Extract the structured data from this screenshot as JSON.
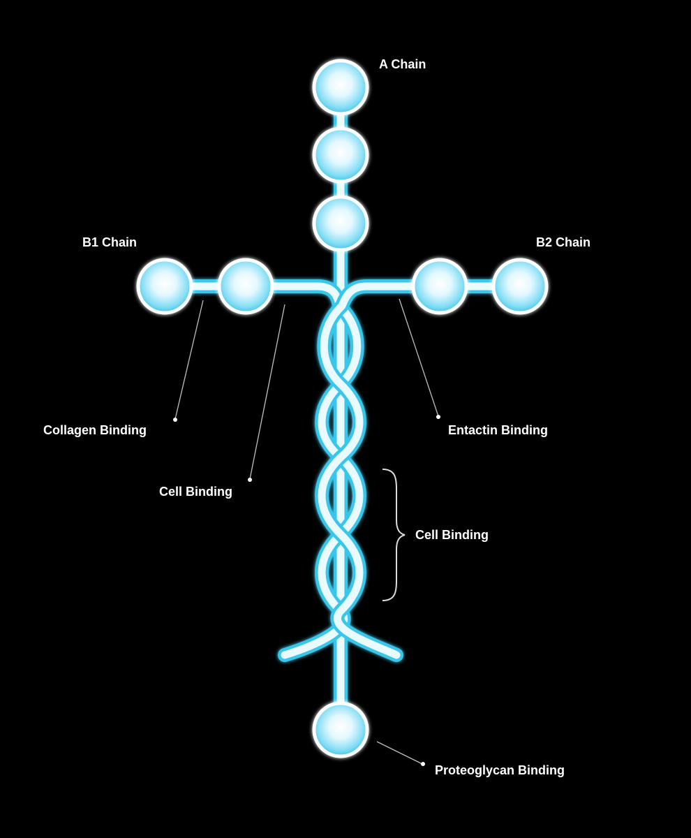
{
  "colors": {
    "background": "#000000",
    "strand_glow": "#39c6ea",
    "strand_core": "#e9fbff",
    "domain_fill": "#7fe0f6",
    "label_text": "#ffffff",
    "leader_line": "#bfbfbf"
  },
  "labels": {
    "a_chain": "A Chain",
    "b1_chain": "B1 Chain",
    "b2_chain": "B2 Chain",
    "collagen_binding": "Collagen Binding",
    "cell_binding_left": "Cell Binding",
    "entactin_binding": "Entactin Binding",
    "cell_binding_right": "Cell Binding",
    "proteoglycan_binding": "Proteoglycan Binding"
  }
}
